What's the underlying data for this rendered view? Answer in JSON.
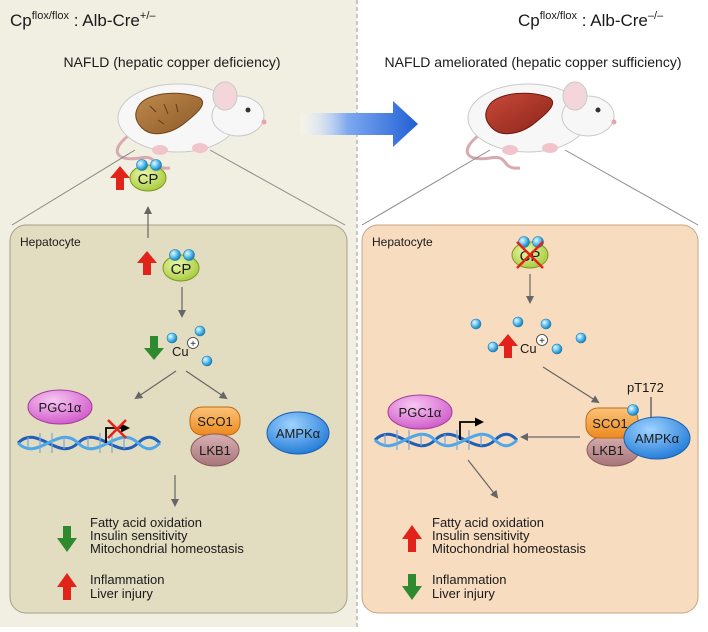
{
  "left_panel": {
    "genotype_base": "Cp",
    "genotype_sup": "flox/flox",
    "genotype_mid": " : Alb-Cre",
    "genotype_cre_sup": "+/–",
    "condition": "NAFLD (hepatic copper deficiency)",
    "cp_serum_label": "CP",
    "hepatocyte_label": "Hepatocyte",
    "cp_label": "CP",
    "cu_label": "Cu",
    "cu_charge": "+",
    "pgc1a_label": "PGC1α",
    "sco1_label": "SCO1",
    "lkb1_label": "LKB1",
    "ampk_label": "AMPKα",
    "down_outcomes": [
      "Fatty acid oxidation",
      "Insulin sensitivity",
      "Mitochondrial homeostasis"
    ],
    "up_outcomes": [
      "Inflammation",
      "Liver injury"
    ]
  },
  "right_panel": {
    "genotype_base": "Cp",
    "genotype_sup": "flox/flox",
    "genotype_mid": " : Alb-Cre",
    "genotype_cre_sup": "–/–",
    "condition": "NAFLD  ameliorated (hepatic copper sufficiency)",
    "hepatocyte_label": "Hepatocyte",
    "cp_label": "CP",
    "cu_label": "Cu",
    "cu_charge": "+",
    "pgc1a_label": "PGC1α",
    "sco1_label": "SCO1",
    "lkb1_label": "LKB1",
    "ampk_label": "AMPKα",
    "phospho_label": "pT172",
    "up_outcomes": [
      "Fatty acid oxidation",
      "Insulin sensitivity",
      "Mitochondrial homeostasis"
    ],
    "down_outcomes": [
      "Inflammation",
      "Liver injury"
    ]
  },
  "colors": {
    "left_bg": "#f1efe2",
    "left_cell": "#e2dcc0",
    "right_cell": "#f7dcbf",
    "cp_green": "#c8e26a",
    "cu_blue": "#4db3e8",
    "pgc1a_pink": "#e17fdc",
    "sco1_orange": "#f49d36",
    "lkb1_mauve": "#b9888c",
    "ampk_blue": "#3b9be6",
    "up_red": "#e2231a",
    "down_green": "#2f8a2f",
    "big_arrow_blue": "#2a67d8"
  }
}
